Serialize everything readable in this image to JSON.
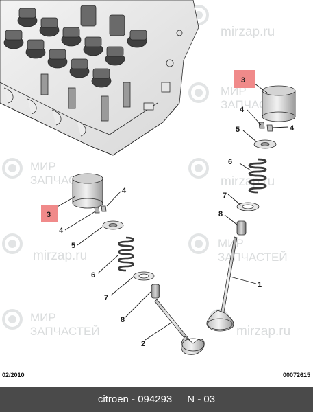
{
  "watermark": {
    "site": "mirzap.ru",
    "line1": "МИР",
    "line2": "ЗАПЧАСТЕЙ"
  },
  "callouts": [
    {
      "id": "c3a",
      "label": "3",
      "highlight": true
    },
    {
      "id": "c4a",
      "label": "4"
    },
    {
      "id": "c4b",
      "label": "4"
    },
    {
      "id": "c5a",
      "label": "5"
    },
    {
      "id": "c6a",
      "label": "6"
    },
    {
      "id": "c7a",
      "label": "7"
    },
    {
      "id": "c8a",
      "label": "8"
    },
    {
      "id": "c1",
      "label": "1"
    },
    {
      "id": "c3b",
      "label": "3",
      "highlight": true
    },
    {
      "id": "c4c",
      "label": "4"
    },
    {
      "id": "c4d",
      "label": "4"
    },
    {
      "id": "c5b",
      "label": "5"
    },
    {
      "id": "c6b",
      "label": "6"
    },
    {
      "id": "c7b",
      "label": "7"
    },
    {
      "id": "c8b",
      "label": "8"
    },
    {
      "id": "c2",
      "label": "2"
    }
  ],
  "meta": {
    "date": "02/2010",
    "ref": "00072615"
  },
  "footer": {
    "brand_code": "citroen - 094293",
    "section": "N - 03"
  },
  "colors": {
    "highlight": "#f08a8a",
    "footer_bg": "#4a4a4a",
    "line": "#1a1a1a"
  }
}
